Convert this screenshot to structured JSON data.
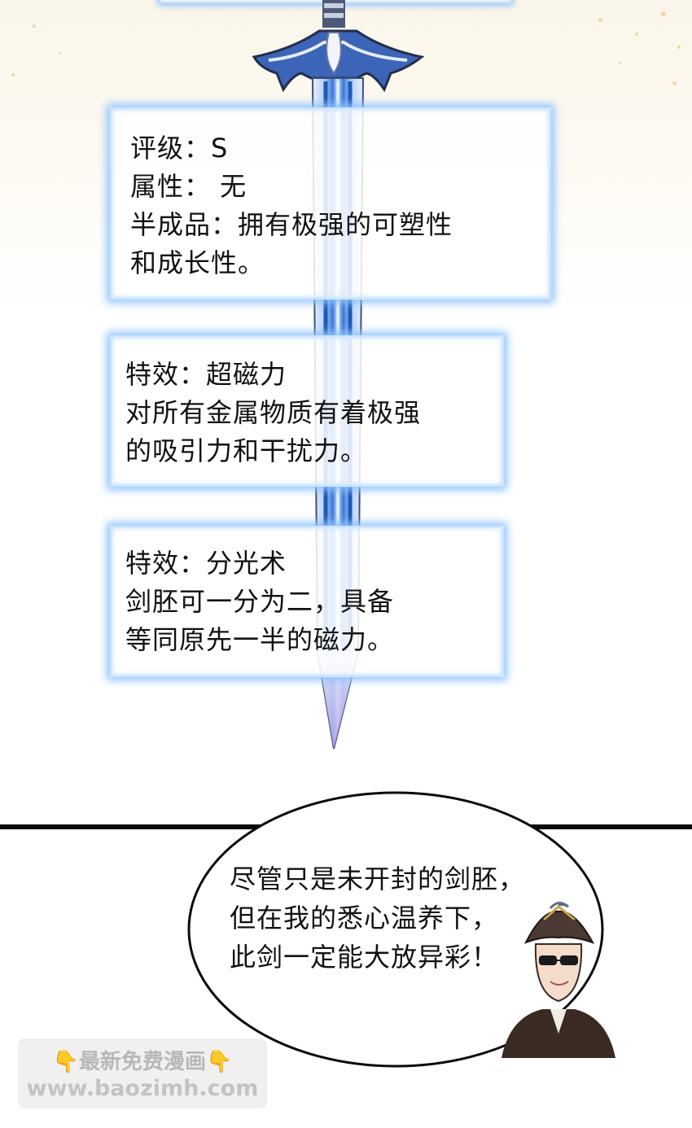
{
  "info_boxes": [
    {
      "lines": [
        "评级：S",
        "属性： 无",
        "半成品：拥有极强的可塑性",
        "和成长性。"
      ]
    },
    {
      "lines": [
        "特效：超磁力",
        "对所有金属物质有着极强",
        "的吸引力和干扰力。"
      ]
    },
    {
      "lines": [
        "特效：分光术",
        "剑胚可一分为二，具备",
        "等同原先一半的磁力。"
      ]
    }
  ],
  "speech_bubble": {
    "lines": [
      "尽管只是未开封的剑胚，",
      "但在我的悉心温养下，",
      "此剑一定能大放异彩！"
    ]
  },
  "watermark": {
    "left_icon": "👇",
    "title": "最新免费漫画",
    "right_icon": "👇",
    "url": "www.baozimh.com"
  },
  "colors": {
    "box_glow": "#8fc3ff",
    "sword_blue": "#3a7ad8",
    "panel_border": "#0a0a0a"
  }
}
